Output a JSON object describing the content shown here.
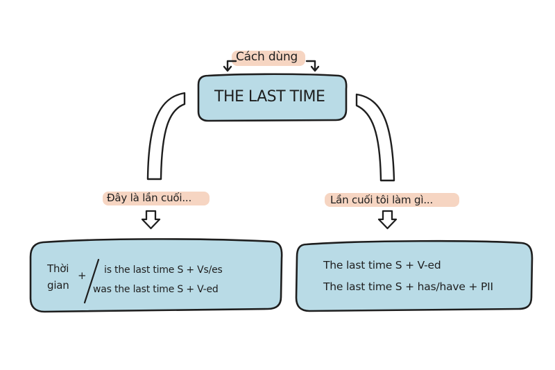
{
  "colors": {
    "box_fill": "#b9dbe6",
    "highlight": "#f6d3bf",
    "ink": "#1e1e1e",
    "background": "#ffffff"
  },
  "usage_label": "Cách dùng",
  "main_title": "THE LAST TIME",
  "left_branch": {
    "label": "Đây là lần cuối...",
    "time_word_1": "Thời",
    "time_word_2": "gian",
    "plus": "+",
    "line_1": "is the last time S + Vs/es",
    "line_2": "was the last time S + V-ed"
  },
  "right_branch": {
    "label": "Lần cuối tôi làm gì...",
    "line_1": "The last time S + V-ed",
    "line_2": "The last time S + has/have + PII"
  },
  "icons": [
    "down-arrow-icon",
    "curved-connector"
  ]
}
